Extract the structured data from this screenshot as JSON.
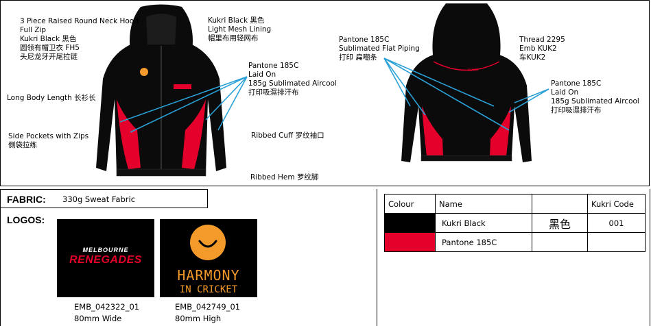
{
  "front_labels": {
    "hood_l1": "3 Piece Raised Round Neck Hood",
    "hood_l2": "Full Zip",
    "hood_l3": "Kukri Black  黑色",
    "hood_l4": "圆领有帽卫衣 FH5",
    "hood_l5": "头尼龙牙开尾拉链",
    "lining_l1": "Kukri Black  黑色",
    "lining_l2": "Light Mesh Lining",
    "lining_l3": "帽里布用轻网布",
    "laid_l1": "Pantone 185C",
    "laid_l2": "Laid On",
    "laid_l3": "185g Sublimated Aircool",
    "laid_l4": "打印吸濕排汗布",
    "body_length": "Long Body Length  长衫长",
    "pockets_l1": "Side Pockets with Zips",
    "pockets_l2": "側袋拉练",
    "cuff": "Ribbed Cuff  罗纹袖口",
    "hem": "Ribbed Hem  罗纹脚"
  },
  "back_labels": {
    "piping_l1": "Pantone 185C",
    "piping_l2": "Sublimated Flat Piping",
    "piping_l3": "打印 扁嘲条",
    "thread_l1": "Thread 2295",
    "thread_l2": "Emb KUK2",
    "thread_l3": "车KUK2",
    "laid_l1": "Pantone 185C",
    "laid_l2": "Laid On",
    "laid_l3": "185g Sublimated Aircool",
    "laid_l4": "打印吸濕排汗布"
  },
  "fabric": {
    "label": "FABRIC:",
    "value": "330g Sweat Fabric"
  },
  "logos": {
    "label": "LOGOS:",
    "items": [
      {
        "art_line1": "MELBOURNE",
        "art_line2": "RENEGADES",
        "code": "EMB_042322_01",
        "size": "80mm Wide"
      },
      {
        "art_line1": "HARMONY",
        "art_line2": "IN CRICKET",
        "code": "EMB_042749_01",
        "size": "80mm High"
      }
    ]
  },
  "colour_table": {
    "headers": [
      "Colour",
      "Name",
      "",
      "Kukri Code"
    ],
    "rows": [
      {
        "swatch": "#000000",
        "name": "Kukri Black",
        "chinese": "黑色",
        "code": "001"
      },
      {
        "swatch": "#e4002b",
        "name": "Pantone 185C",
        "chinese": "",
        "code": ""
      }
    ]
  },
  "colors": {
    "kukri_black": "#0b0b0b",
    "pantone_185c": "#e4002b",
    "callout_line": "#2aa1d6",
    "harmony_orange": "#f39a2b"
  }
}
